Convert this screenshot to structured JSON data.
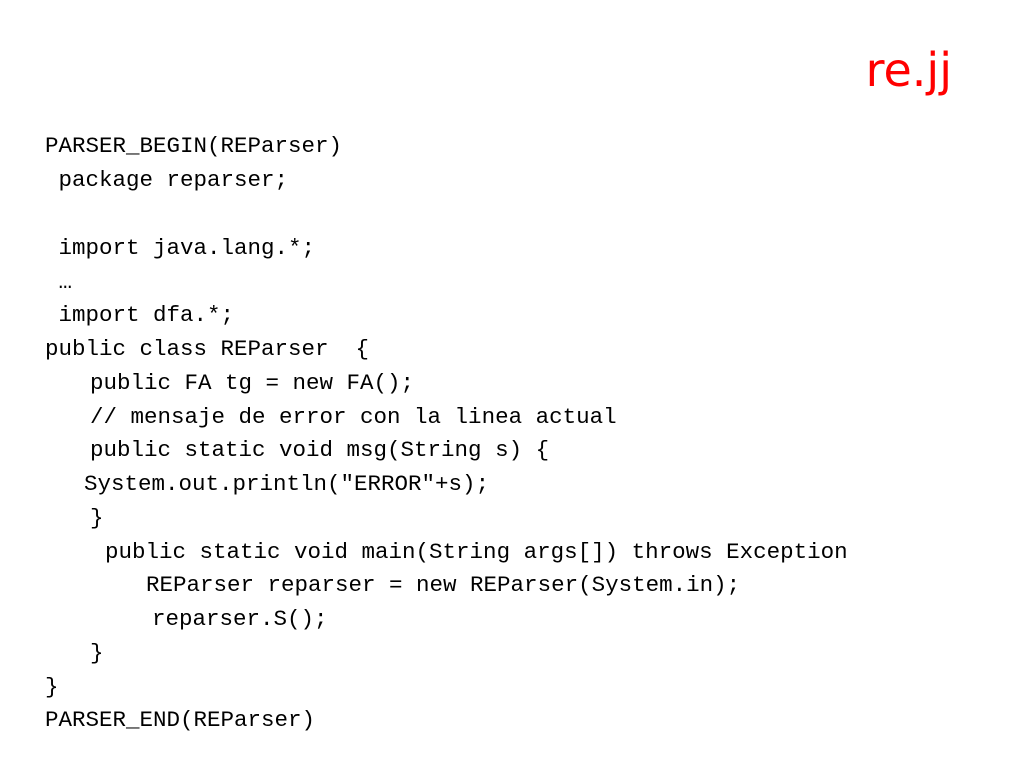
{
  "slide": {
    "title": "re.jj",
    "title_color": "#ff0000",
    "code_lines": [
      "PARSER_BEGIN(REParser)",
      " package reparser;",
      " import java.lang.*;",
      " …",
      " import dfa.*;",
      "public class REParser  {",
      "public FA tg = new FA();",
      "// mensaje de error con la linea actual",
      "public static void msg(String s) {",
      "System.out.println(\"ERROR\"+s);",
      "}",
      "public static void main(String args[]) throws Exception",
      "REParser reparser = new REParser(System.in);",
      "reparser.S();",
      "}",
      "}",
      "PARSER_END(REParser)"
    ]
  }
}
